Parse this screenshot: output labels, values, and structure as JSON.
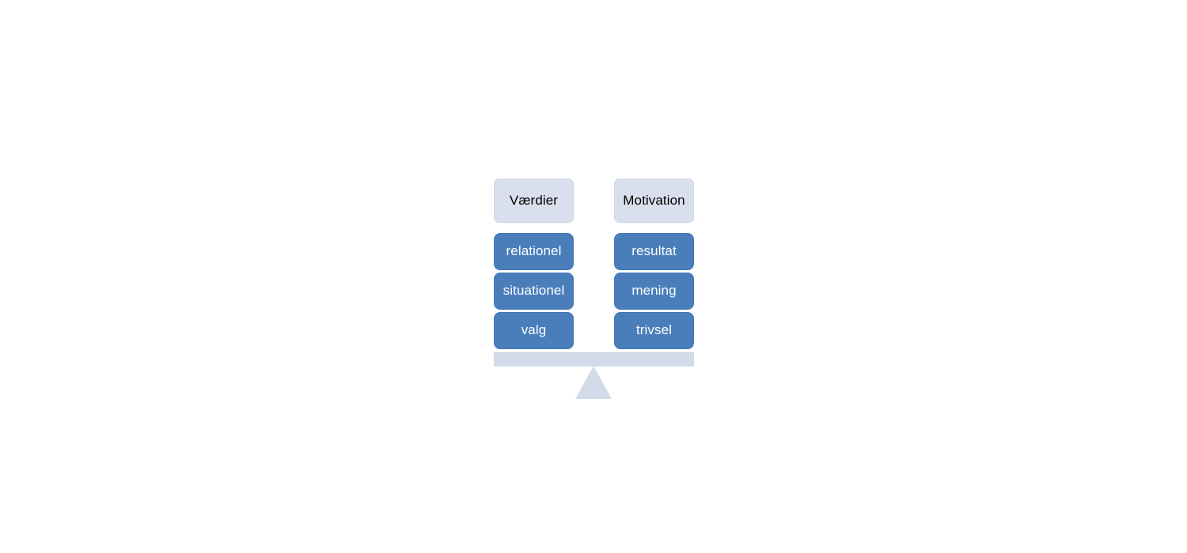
{
  "diagram": {
    "type": "balance-scale",
    "title": "",
    "colors": {
      "light_box_fill": "#d9dfec",
      "light_box_border": "#cdd5e4",
      "item_box_fill": "#4a7ebb",
      "item_box_border": "#4276b5",
      "item_text": "#ffffff",
      "header_text": "#000000",
      "beam_fill": "#d3dbea",
      "fulcrum_fill": "#d3dbea",
      "background": "#ffffff"
    },
    "left_pan": {
      "header": "Værdier",
      "items": [
        {
          "label": "relationel"
        },
        {
          "label": "situationel"
        },
        {
          "label": "valg"
        }
      ]
    },
    "right_pan": {
      "header": "Motivation",
      "items": [
        {
          "label": "resultat"
        },
        {
          "label": "mening"
        },
        {
          "label": "trivsel"
        }
      ]
    },
    "beam": {
      "label": ""
    },
    "fulcrum": {
      "label": ""
    }
  }
}
